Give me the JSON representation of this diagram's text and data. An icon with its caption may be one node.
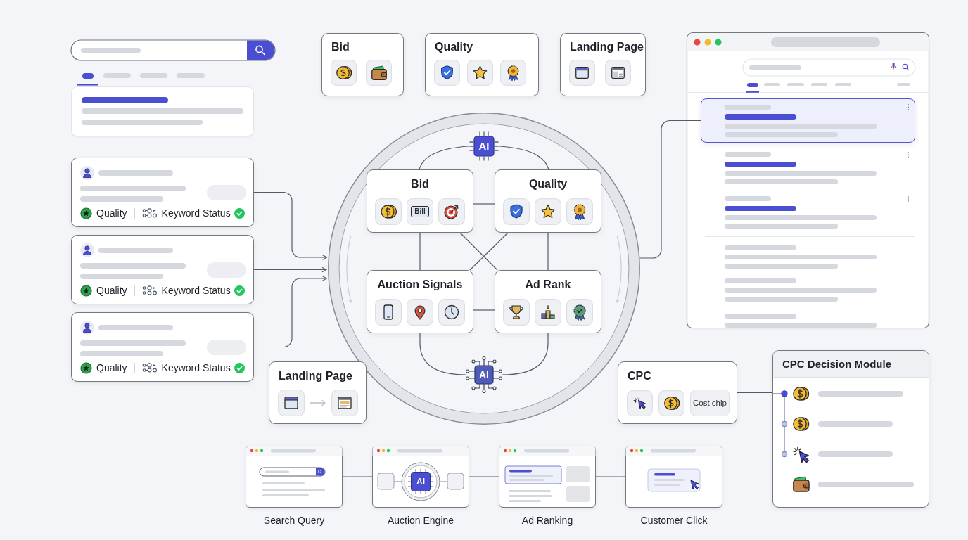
{
  "diagram": {
    "nodes": [
      {
        "text": [
          "Bid"
        ]
      },
      {
        "text": [
          "Quality"
        ]
      },
      {
        "text": [
          "Landing Page"
        ]
      },
      {
        "text": [],
        "shape": "box"
      },
      {
        "text": [
          "Quality",
          "Keyword Status"
        ]
      },
      {
        "text": [
          "Quality",
          "Keyword Status"
        ]
      },
      {
        "text": [
          "Quality",
          "Keyword Status"
        ]
      },
      {
        "text": [],
        "shape": "circle"
      },
      {
        "text": [
          "AI"
        ],
        "in": 7
      },
      {
        "text": [
          "Bid",
          "Bill"
        ],
        "in": 7
      },
      {
        "text": [
          "Quality"
        ],
        "in": 7
      },
      {
        "text": [
          "Auction Signals"
        ],
        "in": 7
      },
      {
        "text": [
          "Ad Rank"
        ],
        "in": 7
      },
      {
        "text": [
          "AI"
        ],
        "in": 7
      },
      {
        "text": [
          "Landing Page"
        ]
      },
      {
        "text": [
          "CPC",
          "Cost chip"
        ]
      },
      {
        "text": [
          "CPC Decision Module"
        ]
      },
      {
        "text": [
          "Search Query"
        ]
      },
      {
        "text": [
          "AI",
          "Auction Engine"
        ]
      },
      {
        "text": [
          "Ad Ranking"
        ]
      },
      {
        "text": [
          "Customer Click"
        ]
      }
    ],
    "edges": [
      {
        "from": 4,
        "to": 7,
        "arrow": "to"
      },
      {
        "from": 5,
        "to": 7,
        "arrow": "to"
      },
      {
        "from": 6,
        "to": 7,
        "arrow": "to"
      },
      {
        "from": 7,
        "to": 3,
        "arrow": "none"
      },
      {
        "from": 8,
        "to": 9,
        "arrow": "none"
      },
      {
        "from": 8,
        "to": 10,
        "arrow": "none"
      },
      {
        "from": 9,
        "to": 10,
        "arrow": "none"
      },
      {
        "from": 9,
        "to": 11,
        "arrow": "none"
      },
      {
        "from": 10,
        "to": 12,
        "arrow": "none"
      },
      {
        "from": 9,
        "to": 12,
        "arrow": "none"
      },
      {
        "from": 10,
        "to": 11,
        "arrow": "none"
      },
      {
        "from": 11,
        "to": 12,
        "arrow": "none"
      },
      {
        "from": 11,
        "to": 13,
        "arrow": "none"
      },
      {
        "from": 12,
        "to": 13,
        "arrow": "none"
      },
      {
        "from": 15,
        "to": 16,
        "arrow": "none"
      },
      {
        "from": 17,
        "to": 18,
        "arrow": "none"
      },
      {
        "from": 18,
        "to": 19,
        "arrow": "none"
      },
      {
        "from": 19,
        "to": 20,
        "arrow": "none"
      }
    ]
  }
}
